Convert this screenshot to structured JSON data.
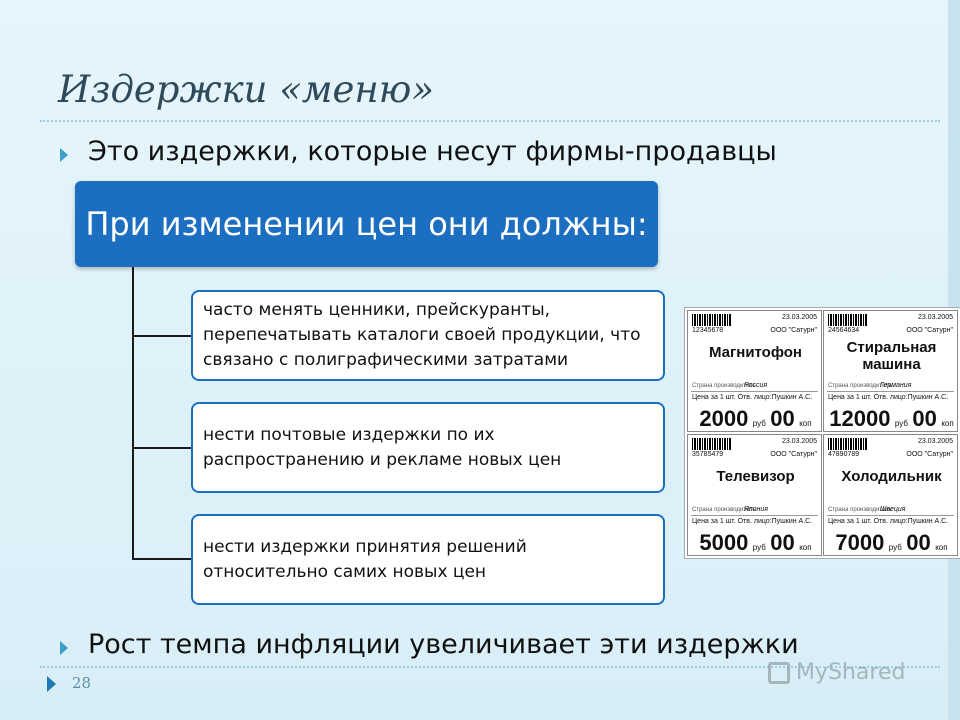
{
  "slide": {
    "title": "Издержки «меню»",
    "bullet1": "Это издержки, которые несут фирмы-продавцы",
    "header": "При изменении цен они должны:",
    "children": [
      "часто менять ценники, прейскуранты, перепечатывать каталоги своей продукции, что связано с полиграфическими затратами",
      "нести почтовые издержки по их распространению и рекламе новых цен",
      "нести издержки принятия решений относительно самих новых цен"
    ],
    "bullet2": "Рост темпа инфляции увеличивает эти издержки",
    "page_number": "28",
    "watermark": "MyShared"
  },
  "price_tags": [
    {
      "code": "12345678",
      "date": "23.03.2005",
      "seller": "ООО \"Сатурн\"",
      "name": "Магнитофон",
      "country_label": "Страна производитель",
      "country": "Россия",
      "info": "Цена за 1 шт.   Отв. лицо:Пушкин А.С.",
      "price": "2000",
      "rub": "руб",
      "kop": "00",
      "kop_label": "коп"
    },
    {
      "code": "24564634",
      "date": "23.03.2005",
      "seller": "ООО \"Сатурн\"",
      "name": "Стиральная машина",
      "country_label": "Страна производитель",
      "country": "Германия",
      "info": "Цена за 1 шт.   Отв. лицо:Пушкин А.С.",
      "price": "12000",
      "rub": "руб",
      "kop": "00",
      "kop_label": "коп"
    },
    {
      "code": "35785479",
      "date": "23.03.2005",
      "seller": "ООО \"Сатурн\"",
      "name": "Телевизор",
      "country_label": "Страна производитель",
      "country": "Япония",
      "info": "Цена за 1 шт.   Отв. лицо:Пушкин А.С.",
      "price": "5000",
      "rub": "руб",
      "kop": "00",
      "kop_label": "коп"
    },
    {
      "code": "47890789",
      "date": "23.03.2005",
      "seller": "ООО \"Сатурн\"",
      "name": "Холодильник",
      "country_label": "Страна производитель",
      "country": "Швеция",
      "info": "Цена за 1 шт.   Отв. лицо:Пушкин А.С.",
      "price": "7000",
      "rub": "руб",
      "kop": "00",
      "kop_label": "коп"
    }
  ]
}
